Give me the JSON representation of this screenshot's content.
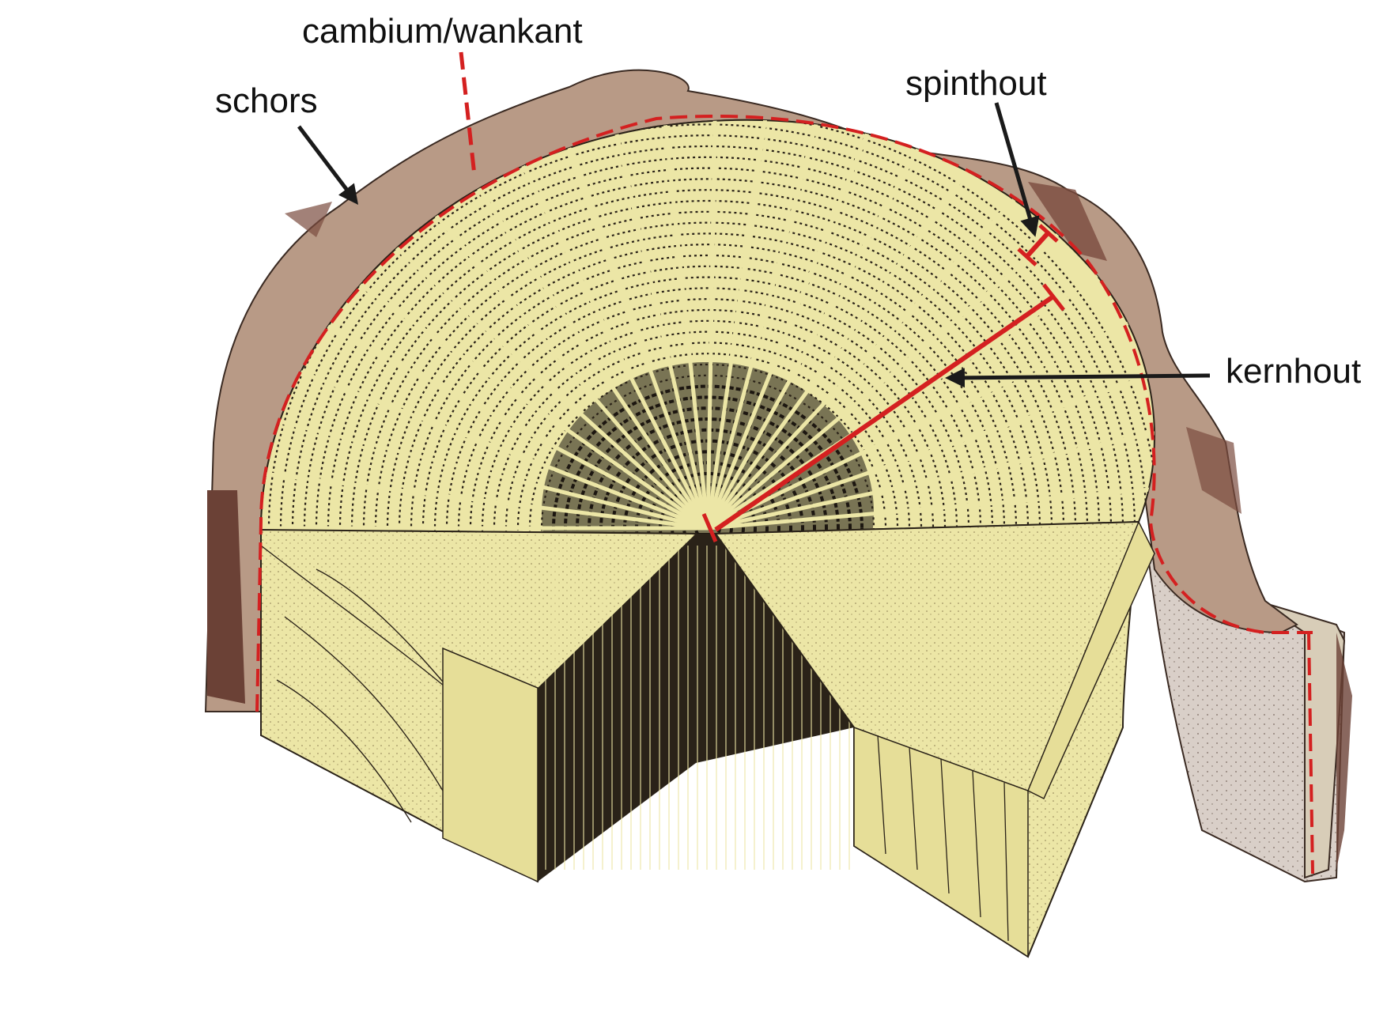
{
  "labels": {
    "bark": "schors",
    "cambium": "cambium/wankant",
    "sapwood": "spinthout",
    "heartwood": "kernhout"
  },
  "colors": {
    "background": "#ffffff",
    "bark": "#b89a86",
    "bark_dark": "#6b4136",
    "wood_light": "#ece6a6",
    "wood_face": "#e6de98",
    "grain": "#2a2218",
    "heart_dark": "#1c1610",
    "marker": "#d42020",
    "arrow": "#1a1a1a",
    "text": "#111111"
  },
  "icons": {
    "annotation_arrow": "arrow-icon",
    "dimension_marker": "bracket-line"
  }
}
